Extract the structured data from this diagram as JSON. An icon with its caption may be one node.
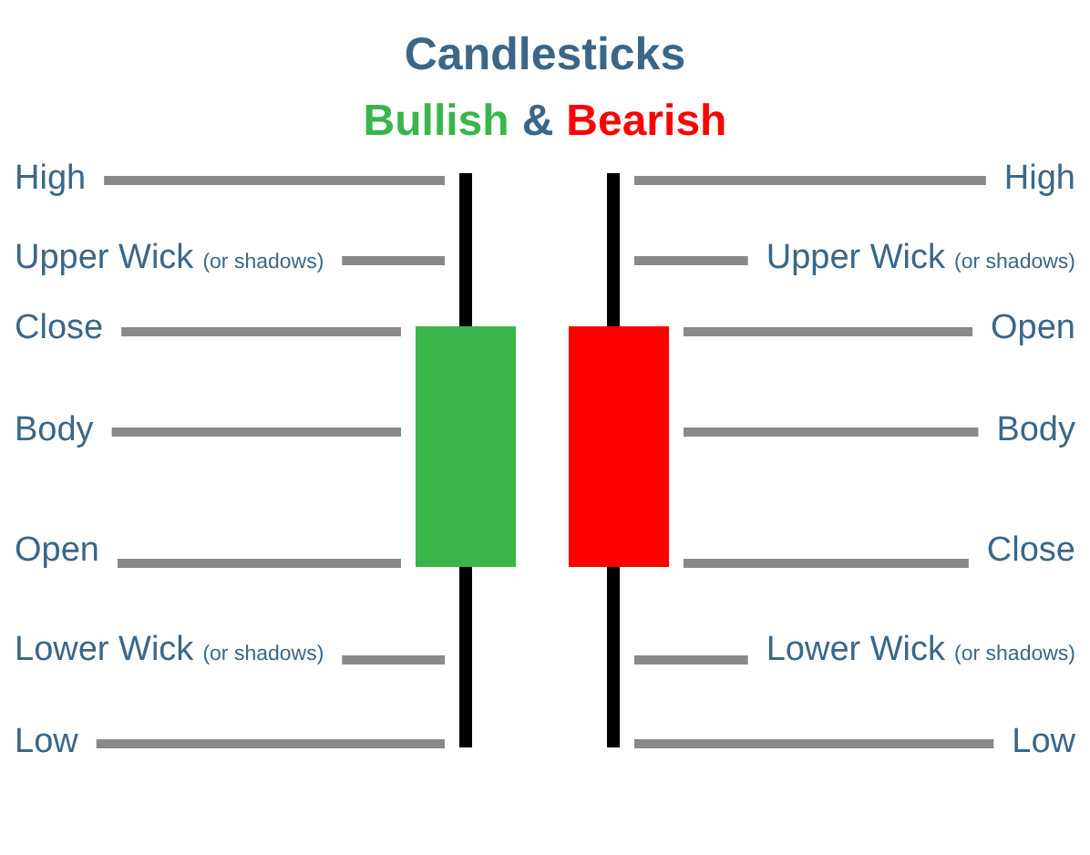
{
  "diagram": {
    "title": "Candlesticks",
    "nodes": [
      {
        "text": [
          "High"
        ]
      },
      {
        "text": [
          "Upper Wick",
          "(or shadows)"
        ]
      },
      {
        "text": [
          "Close"
        ]
      },
      {
        "text": [
          "Body"
        ]
      },
      {
        "text": [
          "Open"
        ]
      },
      {
        "text": [
          "Lower Wick",
          "(or shadows)"
        ]
      },
      {
        "text": [
          "Low"
        ]
      },
      {
        "text": [],
        "shape": "bar"
      },
      {
        "text": [],
        "shape": "bar"
      },
      {
        "text": [],
        "shape": "bar"
      },
      {
        "text": [],
        "shape": "bar"
      },
      {
        "text": [],
        "shape": "bar"
      },
      {
        "text": [],
        "shape": "bar"
      },
      {
        "text": [
          "High"
        ]
      },
      {
        "text": [
          "Upper Wick",
          "(or shadows)"
        ]
      },
      {
        "text": [
          "Open"
        ]
      },
      {
        "text": [
          "Body"
        ]
      },
      {
        "text": [
          "Close"
        ]
      },
      {
        "text": [
          "Lower Wick",
          "(or shadows)"
        ]
      },
      {
        "text": [
          "Low"
        ]
      }
    ],
    "edges": [
      {
        "from": 0,
        "to": 7,
        "arrow": "none"
      },
      {
        "from": 1,
        "to": 7,
        "arrow": "none"
      },
      {
        "from": 2,
        "to": 8,
        "arrow": "none"
      },
      {
        "from": 3,
        "to": 8,
        "arrow": "none"
      },
      {
        "from": 4,
        "to": 8,
        "arrow": "none"
      },
      {
        "from": 5,
        "to": 9,
        "arrow": "none"
      },
      {
        "from": 6,
        "to": 9,
        "arrow": "none"
      },
      {
        "from": 13,
        "to": 10,
        "arrow": "none"
      },
      {
        "from": 14,
        "to": 10,
        "arrow": "none"
      },
      {
        "from": 15,
        "to": 11,
        "arrow": "none"
      },
      {
        "from": 16,
        "to": 11,
        "arrow": "none"
      },
      {
        "from": 17,
        "to": 11,
        "arrow": "none"
      },
      {
        "from": 18,
        "to": 12,
        "arrow": "none"
      },
      {
        "from": 19,
        "to": 12,
        "arrow": "none"
      }
    ],
    "labels": [
      "Bullish",
      "&",
      "Bearish"
    ]
  }
}
